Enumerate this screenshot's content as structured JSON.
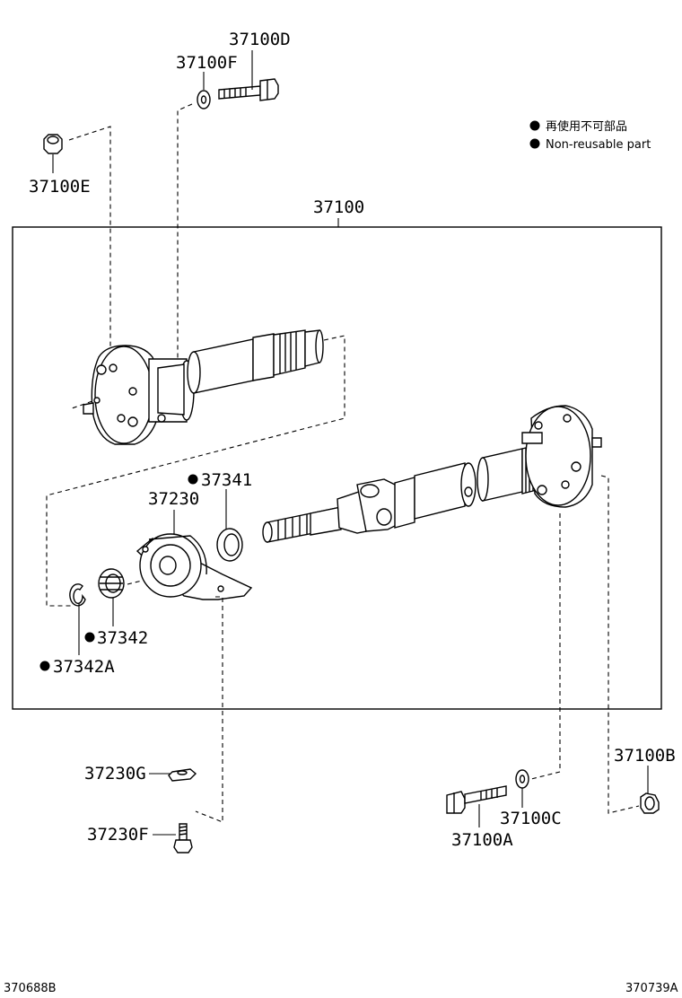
{
  "legend": {
    "line1": "再使用不可部品",
    "line2": "Non-reusable part"
  },
  "labels": {
    "p37100": "37100",
    "p37100A": "37100A",
    "p37100B": "37100B",
    "p37100C": "37100C",
    "p37100D": "37100D",
    "p37100E": "37100E",
    "p37100F": "37100F",
    "p37230": "37230",
    "p37230F": "37230F",
    "p37230G": "37230G",
    "p37341": "37341",
    "p37342": "37342",
    "p37342A": "37342A"
  },
  "non_reusable": [
    "37341",
    "37342",
    "37342A"
  ],
  "footer": {
    "left_code": "370688B",
    "right_code": "370739A"
  }
}
